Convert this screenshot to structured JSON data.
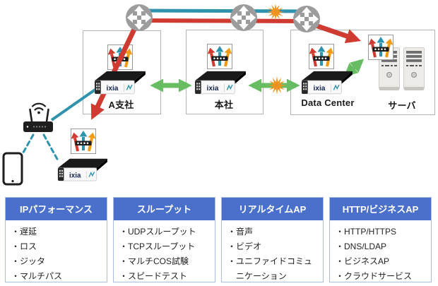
{
  "diagram": {
    "sites": [
      {
        "label": "A支社"
      },
      {
        "label": "本社"
      },
      {
        "label": "Data Center"
      },
      {
        "label": "サーバ"
      }
    ],
    "device_brand": "ixia",
    "icons": {
      "router": "circle-with-four-cross-arrows",
      "fault_burst": "orange-starburst",
      "endpoint_agent": "tri-color-arrow-logo-card",
      "wifi_router": "wireless-router-with-antennas",
      "smartphone": "phone-outline",
      "server": "tower-server"
    },
    "colors": {
      "wan_link_blue": "#2f93ad",
      "test_path_red": "#cf3b31",
      "traffic_green": "#68bd62",
      "fault_orange": "#f0941e",
      "router_gray": "#9c9c9c",
      "panel_header_blue": "#4a70cc"
    }
  },
  "panels": [
    {
      "title": "IPパフォーマンス",
      "items": [
        "・遅延",
        "・ロス",
        "・ジッタ",
        "・マルチパス"
      ]
    },
    {
      "title": "スループット",
      "items": [
        "・UDPスループット",
        "・TCPスループット",
        "・マルチCOS試験",
        "・スピードテスト"
      ]
    },
    {
      "title": "リアルタイムAP",
      "items": [
        "・音声",
        "・ビデオ",
        "・ユニファイドコミュニケーション"
      ]
    },
    {
      "title": "HTTP/ビジネスAP",
      "items": [
        "・HTTP/HTTPS",
        "・DNS/LDAP",
        "・ビジネスAP",
        "・クラウドサービス"
      ]
    }
  ]
}
